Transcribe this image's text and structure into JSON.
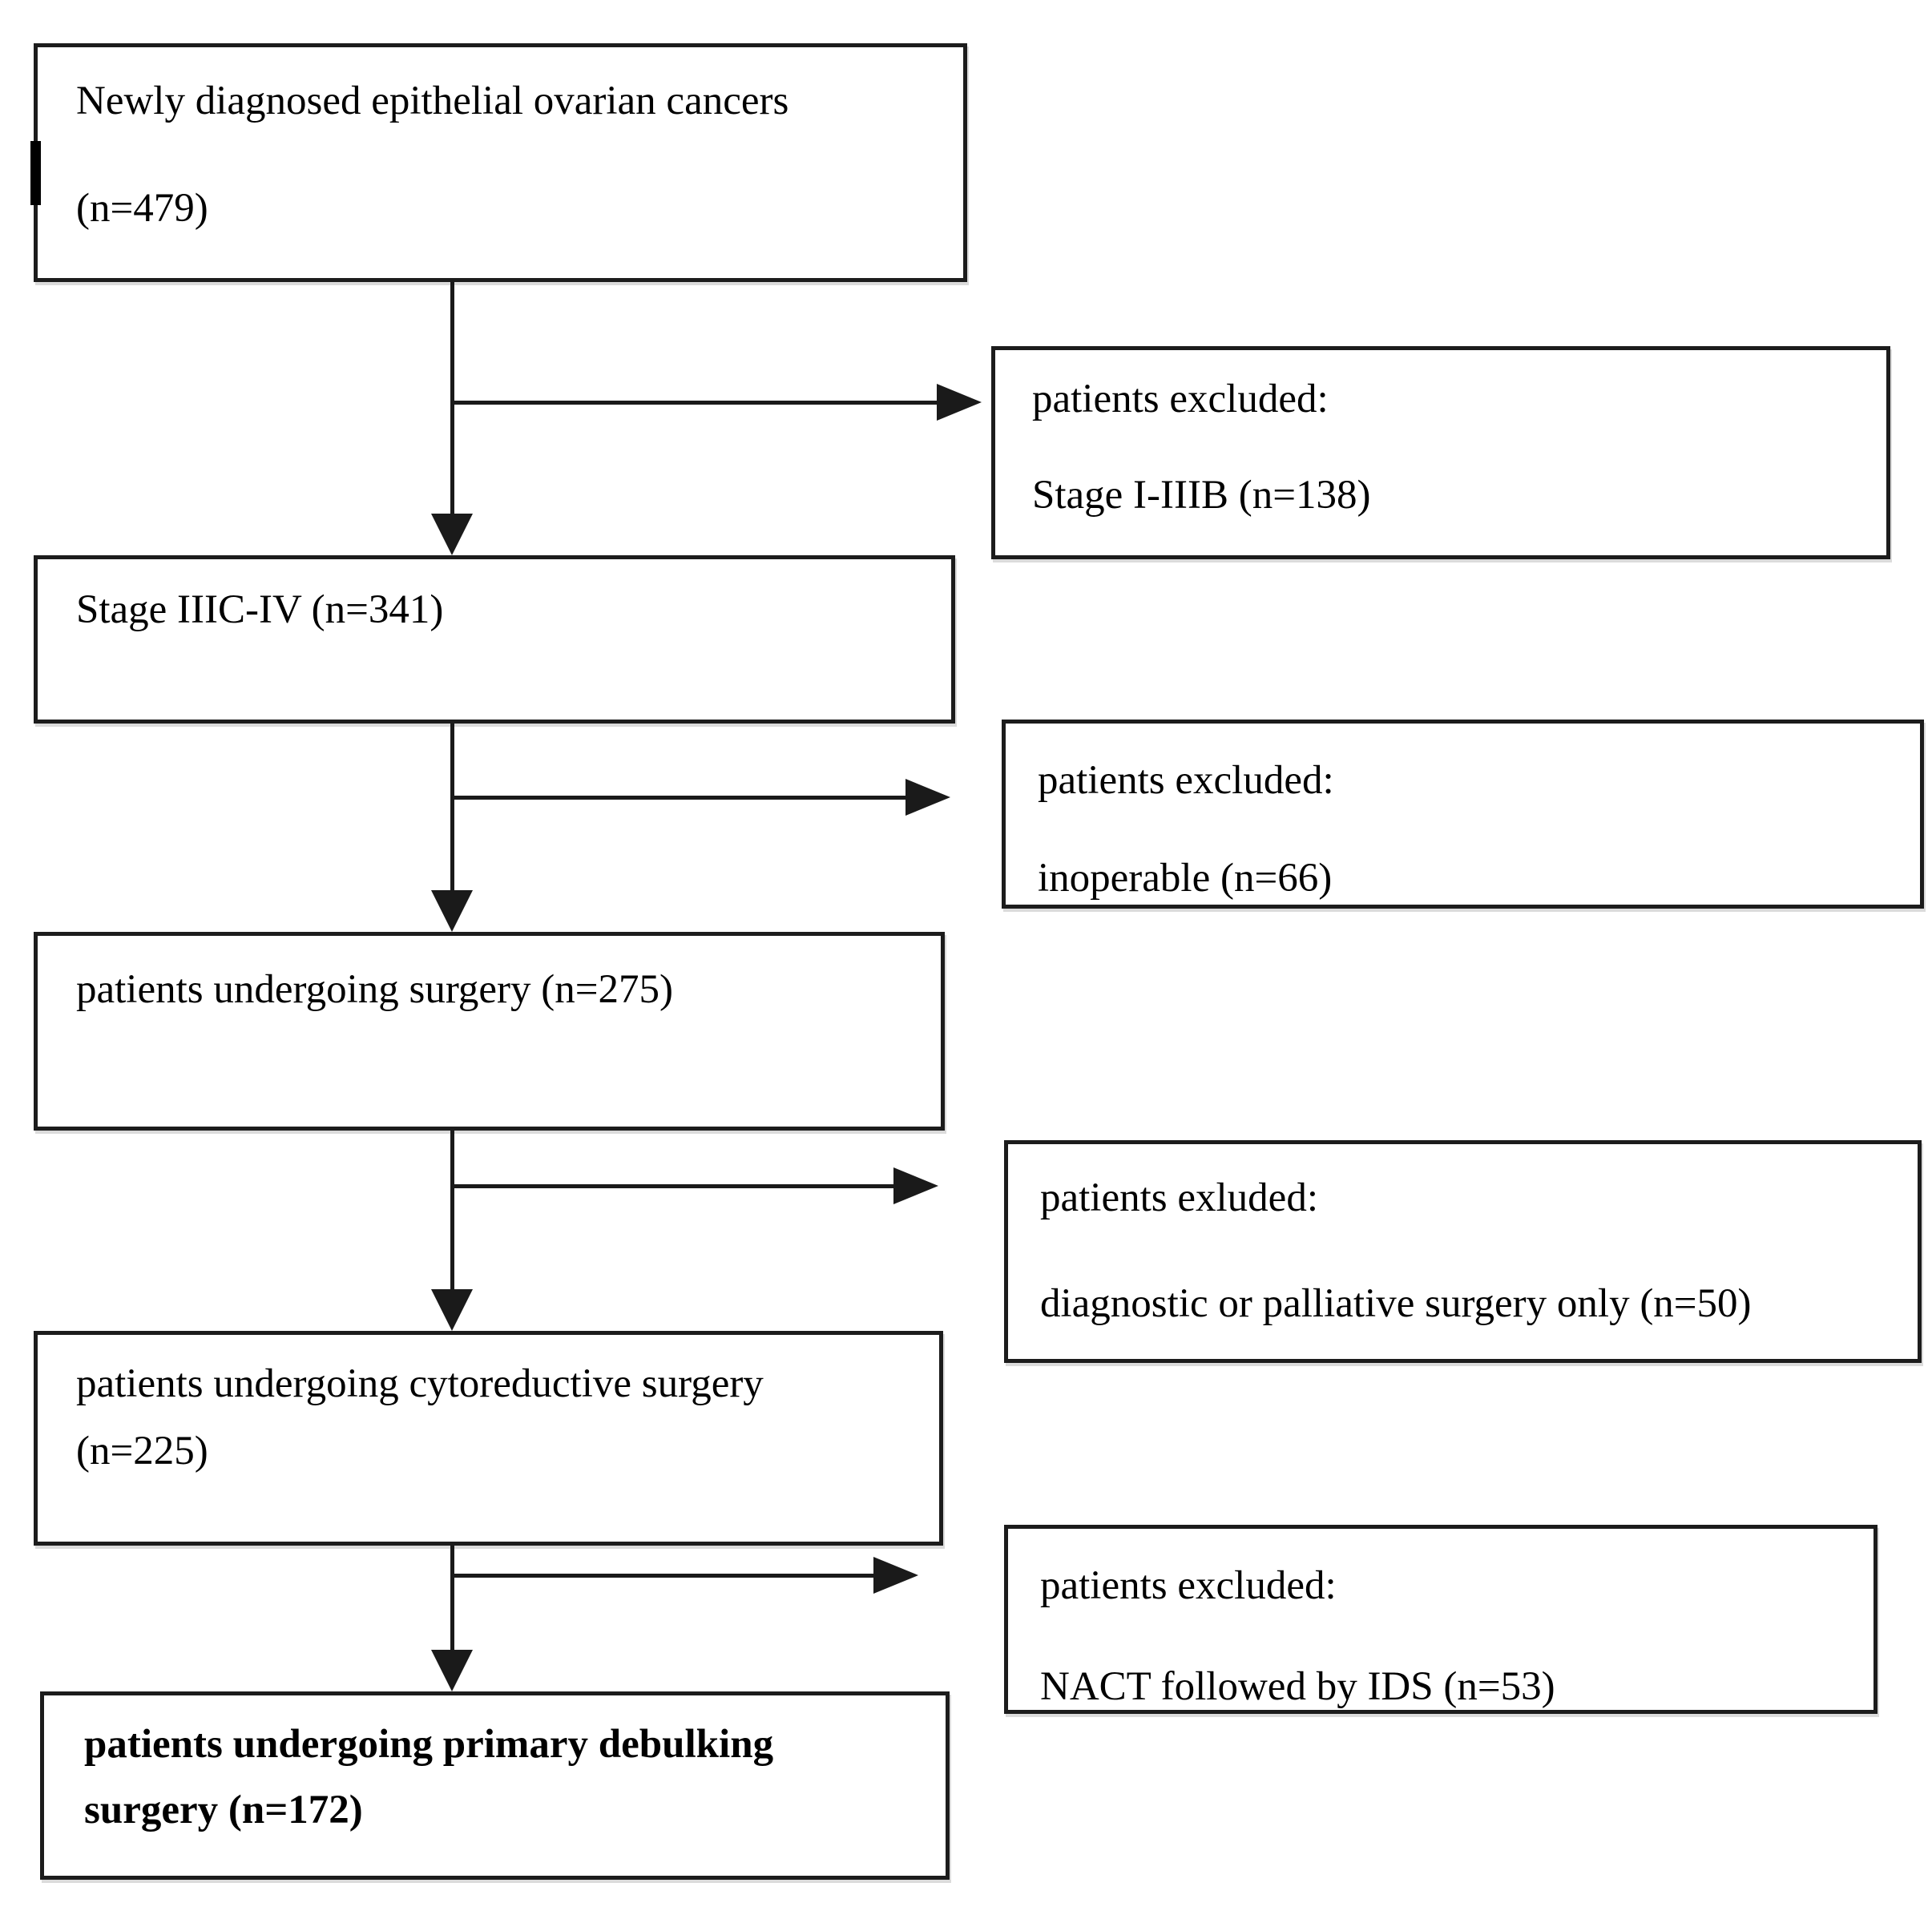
{
  "flow": {
    "nodes": {
      "start": {
        "line1": "Newly diagnosed epithelial ovarian cancers",
        "line2": "(n=479)"
      },
      "excluded_stage": {
        "line1": "patients excluded:",
        "line2": "Stage I-IIIB (n=138)"
      },
      "stage_iiic_iv": {
        "line1": "Stage IIIC-IV (n=341)"
      },
      "excluded_inoperable": {
        "line1": "patients excluded:",
        "line2": "inoperable (n=66)"
      },
      "undergoing_surgery": {
        "line1": "patients undergoing surgery (n=275)"
      },
      "excluded_diagnostic": {
        "line1": "patients exluded:",
        "line2": "diagnostic or palliative surgery only (n=50)"
      },
      "cytoreductive_surgery": {
        "line1": "patients undergoing cytoreductive surgery",
        "line2": "(n=225)"
      },
      "excluded_nact": {
        "line1": "patients excluded:",
        "line2": "NACT followed by IDS (n=53)"
      },
      "primary_debulking": {
        "line1": "patients undergoing primary debulking",
        "line2": "surgery (n=172)"
      }
    },
    "edges": [
      {
        "from": "start",
        "to": "stage_iiic_iv",
        "type": "arrow-down"
      },
      {
        "from": "start",
        "to": "excluded_stage",
        "type": "arrow-right"
      },
      {
        "from": "stage_iiic_iv",
        "to": "undergoing_surgery",
        "type": "arrow-down"
      },
      {
        "from": "stage_iiic_iv",
        "to": "excluded_inoperable",
        "type": "arrow-right"
      },
      {
        "from": "undergoing_surgery",
        "to": "cytoreductive_surgery",
        "type": "arrow-down"
      },
      {
        "from": "undergoing_surgery",
        "to": "excluded_diagnostic",
        "type": "arrow-right"
      },
      {
        "from": "cytoreductive_surgery",
        "to": "primary_debulking",
        "type": "arrow-down"
      },
      {
        "from": "cytoreductive_surgery",
        "to": "excluded_nact",
        "type": "arrow-right"
      }
    ],
    "colors": {
      "line": "#1a1a1a",
      "border": "#1c1c1c",
      "text": "#000000",
      "background": "#ffffff"
    }
  }
}
